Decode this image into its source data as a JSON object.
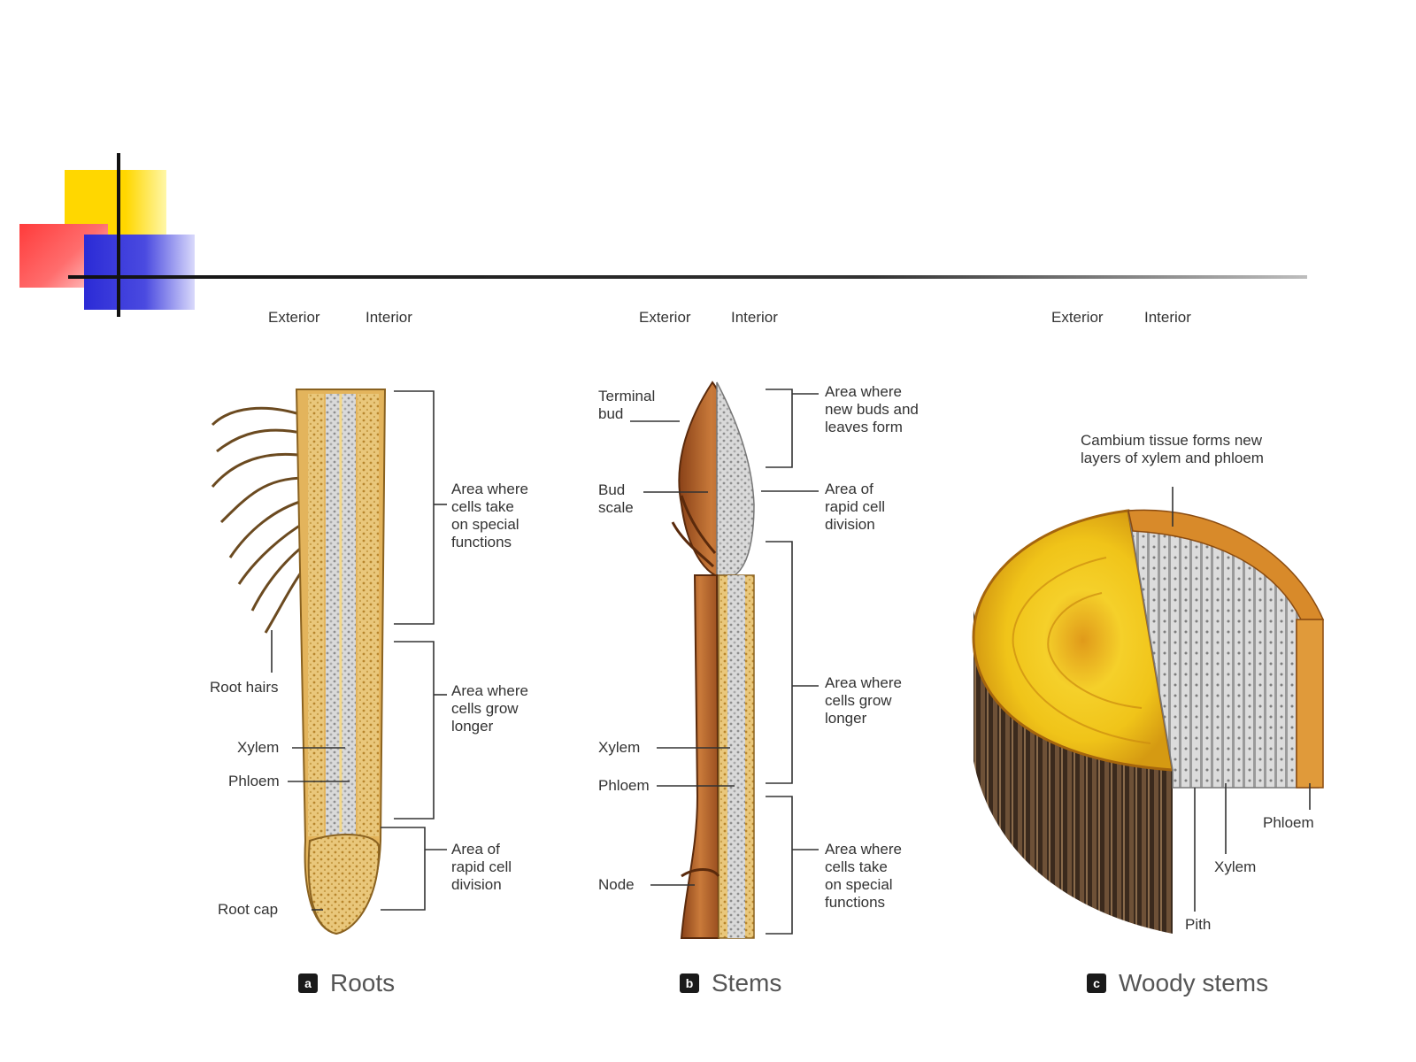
{
  "panels": [
    {
      "id": "roots",
      "exterior": "Exterior",
      "interior": "Interior",
      "labels": {
        "root_hairs": "Root hairs",
        "xylem": "Xylem",
        "phloem": "Phloem",
        "root_cap": "Root cap",
        "area_special": "Area where\ncells take\non special\nfunctions",
        "area_longer": "Area where\ncells grow\nlonger",
        "area_division": "Area of\nrapid cell\ndivision"
      },
      "caption_letter": "a",
      "caption": "Roots"
    },
    {
      "id": "stems",
      "exterior": "Exterior",
      "interior": "Interior",
      "labels": {
        "terminal_bud": "Terminal\nbud",
        "bud_scale": "Bud\nscale",
        "xylem": "Xylem",
        "phloem": "Phloem",
        "node": "Node",
        "area_buds": "Area where\nnew buds and\nleaves form",
        "area_division": "Area of\nrapid cell\ndivision",
        "area_longer": "Area where\ncells grow\nlonger",
        "area_special": "Area where\ncells take\non special\nfunctions"
      },
      "caption_letter": "b",
      "caption": "Stems"
    },
    {
      "id": "woody",
      "exterior": "Exterior",
      "interior": "Interior",
      "labels": {
        "cambium": "Cambium tissue forms new\nlayers of xylem and phloem",
        "phloem": "Phloem",
        "xylem": "Xylem",
        "pith": "Pith"
      },
      "caption_letter": "c",
      "caption": "Woody stems"
    }
  ],
  "colors": {
    "deco_yellow": "#ffd700",
    "deco_red": "#ff3b3b",
    "deco_blue": "#2b2bd6",
    "bark": "#3a2a1c",
    "wood": "#f0c419",
    "stem_brown": "#b8642a",
    "tissue_grey": "#c9c9c9",
    "root_tan": "#e0b55e"
  },
  "icons": [
    "slide-corner-decoration"
  ]
}
